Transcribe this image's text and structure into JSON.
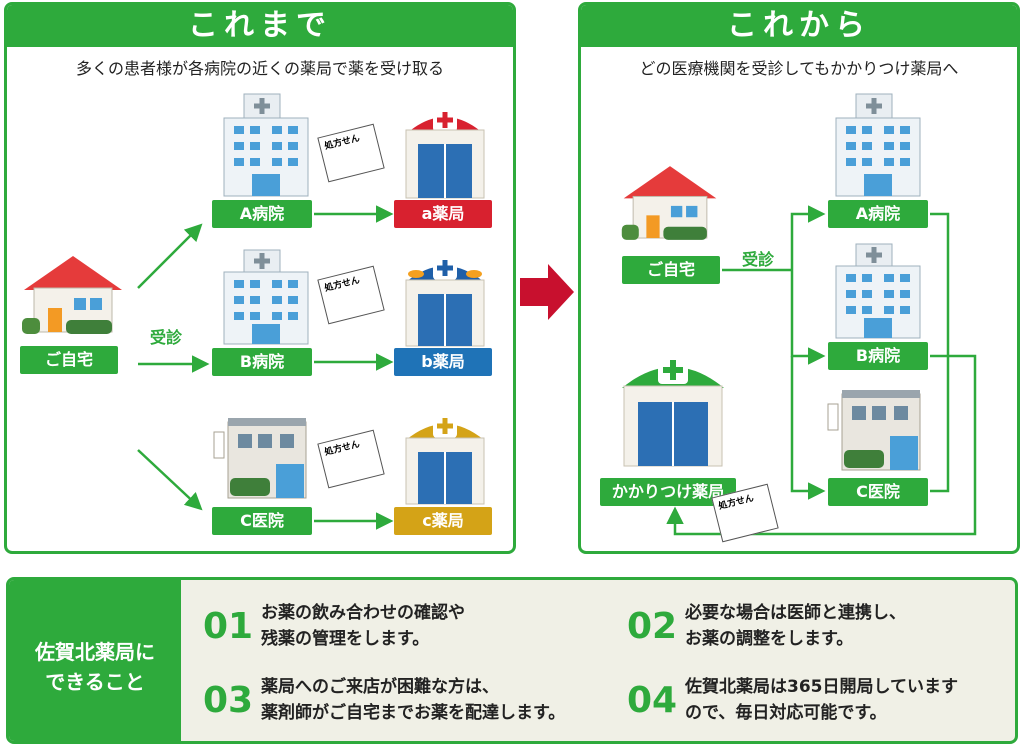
{
  "left_panel": {
    "title": "これまで",
    "subtitle": "多くの患者様が各病院の近くの薬局で薬を受け取る",
    "home_label": "ご自宅",
    "visit_label": "受診",
    "hospitals": [
      "A病院",
      "B病院",
      "C医院"
    ],
    "pharmacies": [
      "a薬局",
      "b薬局",
      "c薬局"
    ],
    "prescription_text": "処方せん"
  },
  "right_panel": {
    "title": "これから",
    "subtitle": "どの医療機関を受診してもかかりつけ薬局へ",
    "home_label": "ご自宅",
    "visit_label": "受診",
    "hospitals": [
      "A病院",
      "B病院",
      "C医院"
    ],
    "pharmacy_label": "かかりつけ薬局",
    "prescription_text": "処方せん"
  },
  "bottom": {
    "heading_line1": "佐賀北薬局に",
    "heading_line2": "できること",
    "items": [
      {
        "num": "01",
        "line1": "お薬の飲み合わせの確認や",
        "line2": "残薬の管理をします。"
      },
      {
        "num": "02",
        "line1": "必要な場合は医師と連携し、",
        "line2": "お薬の調整をします。"
      },
      {
        "num": "03",
        "line1": "薬局へのご来店が困難な方は、",
        "line2": "薬剤師がご自宅までお薬を配達します。"
      },
      {
        "num": "04",
        "line1": "佐賀北薬局は365日開局しています",
        "line2": "ので、毎日対応可能です。"
      }
    ]
  },
  "colors": {
    "green": "#2eaa3c",
    "red": "#d8212f",
    "blue": "#1f73b7",
    "gold": "#d4a317",
    "arrow_red": "#c8102e"
  }
}
